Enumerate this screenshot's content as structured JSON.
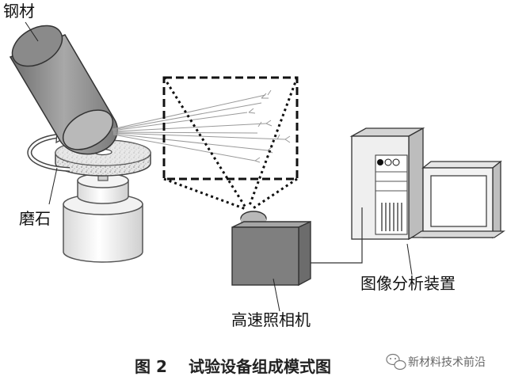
{
  "labels": {
    "steel": "钢材",
    "grinding_stone": "磨石",
    "camera": "高速照相机",
    "analyzer": "图像分析装置"
  },
  "caption": {
    "figure_number": "图 2",
    "figure_title": "试验设备组成模式图"
  },
  "watermark": {
    "text": "新材料技术前沿"
  },
  "colors": {
    "background": "#ffffff",
    "steel_body": "#8c8c8c",
    "camera_body": "#7f7f7f",
    "computer_body": "#efefef",
    "stone_top": "#e8e8e8"
  }
}
